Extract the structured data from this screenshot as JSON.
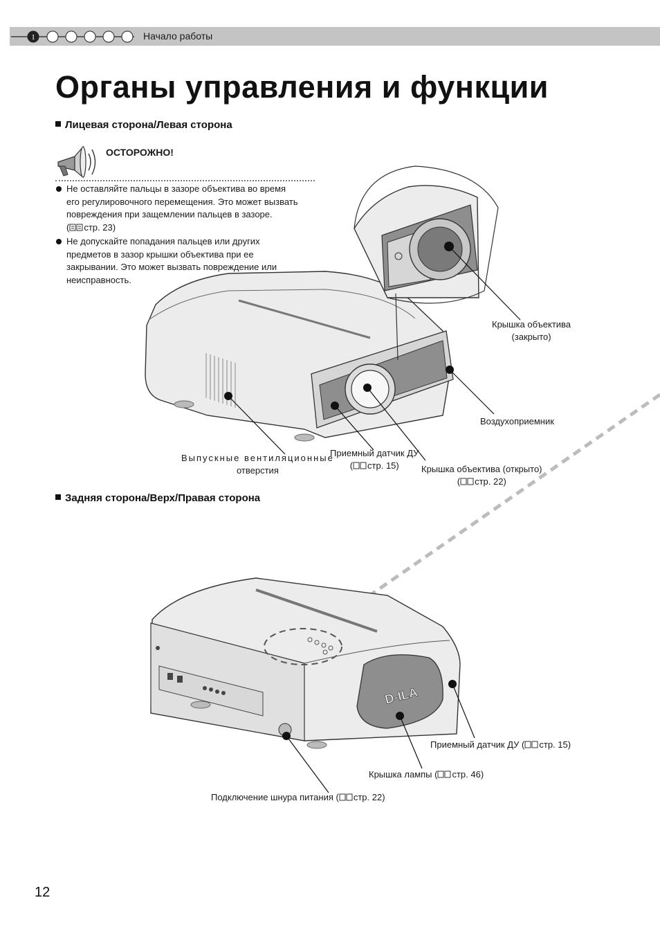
{
  "header": {
    "step_number": "1",
    "section_title": "Начало работы"
  },
  "page_title": "Органы управления и функции",
  "section1": {
    "heading": "Лицевая сторона/Левая сторона",
    "caution_label": "ОСТОРОЖНО!",
    "bullets": [
      {
        "lines": [
          "Не оставляйте пальцы в зазоре объектива во время",
          "его регулировочного перемещения. Это может вызвать",
          "повреждения при защемлении пальцев в зазоре."
        ],
        "ref": "стр. 23"
      },
      {
        "lines": [
          "Не допускайте попадания пальцев или других",
          "предметов в зазор крышки объектива при ее",
          "закрывании. Это может вызвать повреждение или",
          "неисправность."
        ],
        "ref": ""
      }
    ],
    "callouts": {
      "lens_cover_closed": [
        "Крышка объектива",
        "(закрыто)"
      ],
      "air_intake": "Воздухоприемник",
      "exhaust_vents": [
        "Выпускные вентиляционные",
        "отверстия"
      ],
      "remote_sensor_front": {
        "label": "Приемный датчик ДУ",
        "ref": "стр. 15"
      },
      "lens_cover_open": {
        "label": "Крышка объектива (открыто)",
        "ref": "стр. 22"
      }
    }
  },
  "section2": {
    "heading": "Задняя сторона/Верх/Правая сторона",
    "brand_logo_text": "D-ILA",
    "callouts": {
      "remote_sensor_rear": {
        "label": "Приемный датчик ДУ (",
        "ref": "стр. 15)"
      },
      "lamp_cover": {
        "label": "Крышка лампы (",
        "ref": "стр. 46)"
      },
      "power_cord": {
        "label": "Подключение шнура питания (",
        "ref": "стр. 22)"
      }
    }
  },
  "page_number": "12",
  "colors": {
    "header_bar": "#c4c4c4",
    "projector_body": "#ececec",
    "projector_dark_panel": "#8e8e8e",
    "dashed_line": "#bcbcbc"
  }
}
